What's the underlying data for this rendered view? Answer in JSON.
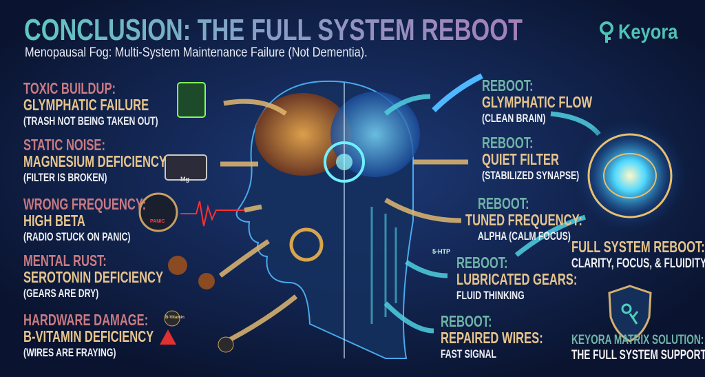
{
  "header": {
    "title": "CONCLUSION: THE FULL SYSTEM REBOOT",
    "subtitle": "Menopausal Fog: Multi-System Maintenance Failure (Not Dementia)."
  },
  "logo": {
    "text": "Keyora",
    "icon": "key-o-icon"
  },
  "problems": [
    {
      "label": "TOXIC BUILDUP:",
      "cause": "GLYMPHATIC FAILURE",
      "note": "(TRASH NOT BEING TAKEN OUT)",
      "icon": "biohazard-trash-icon"
    },
    {
      "label": "STATIC NOISE:",
      "cause": "MAGNESIUM DEFICIENCY",
      "note": "(FILTER IS BROKEN)",
      "icon": "radio-icon",
      "icon_text": "Mg"
    },
    {
      "label": "WRONG FREQUENCY:",
      "cause": "HIGH BETA",
      "note": "(RADIO STUCK ON PANIC)",
      "icon": "speedometer-icon",
      "icon_text": "PANIC"
    },
    {
      "label": "MENTAL RUST:",
      "cause": "SEROTONIN DEFICIENCY",
      "note": "(GEARS ARE DRY)",
      "icon": "rusty-gears-icon"
    },
    {
      "label": "HARDWARE DAMAGE:",
      "cause": "B-VITAMIN DEFICIENCY",
      "note": "(WIRES ARE FRAYING)",
      "icon": "frayed-wire-icon",
      "icon_text": "B-Vitamin"
    }
  ],
  "reboots": [
    {
      "label": "REBOOT:",
      "fix": "GLYMPHATIC FLOW",
      "note": "(CLEAN BRAIN)"
    },
    {
      "label": "REBOOT:",
      "fix": "QUIET FILTER",
      "note": "(STABILIZED SYNAPSE)"
    },
    {
      "label": "REBOOT:",
      "fix": "TUNED FREQUENCY:",
      "note": "ALPHA (CALM FOCUS)"
    },
    {
      "label": "REBOOT:",
      "fix": "LUBRICATED GEARS:",
      "note": "FLUID THINKING",
      "icon_text": "5-HTP"
    },
    {
      "label": "REBOOT:",
      "fix": "REPAIRED WIRES:",
      "note": "FAST SIGNAL"
    }
  ],
  "result": {
    "title": "FULL SYSTEM REBOOT:",
    "text": "CLARITY, FOCUS, & FLUIDITY."
  },
  "solution": {
    "title": "KEYORA MATRIX SOLUTION:",
    "text": "THE FULL SYSTEM SUPPORT."
  },
  "colors": {
    "background": "#0b1634",
    "problem": "#c87a82",
    "gold": "#e6c48c",
    "teal": "#6fb3a8",
    "cyan": "#4fd0e0"
  }
}
